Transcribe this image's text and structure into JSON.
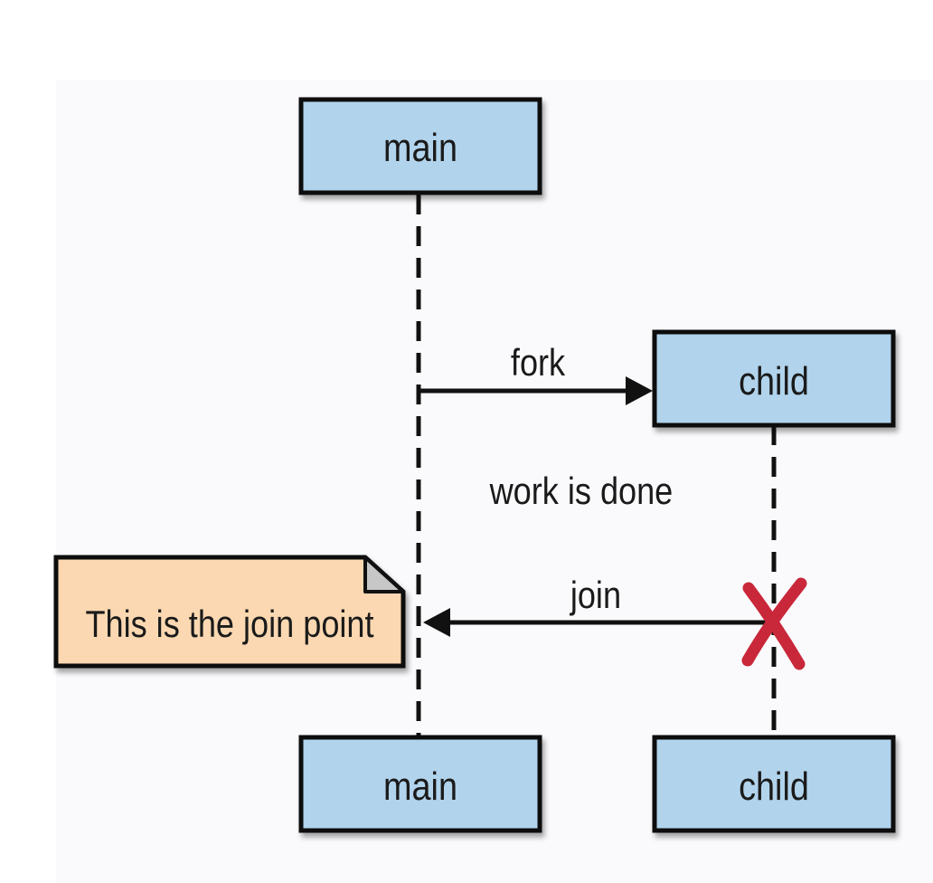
{
  "colors": {
    "background": "#fafafc",
    "participant_fill": "#b1d3ec",
    "note_fill": "#fbd8b1",
    "note_fold": "#c7c7c7",
    "stroke": "#111111",
    "destroy": "#c9283a"
  },
  "participants": {
    "main_top": "main",
    "child_top": "child",
    "main_bottom": "main",
    "child_bottom": "child"
  },
  "messages": {
    "fork": "fork",
    "work_done": "work is done",
    "join": "join"
  },
  "note": {
    "text": "This is the join point"
  }
}
